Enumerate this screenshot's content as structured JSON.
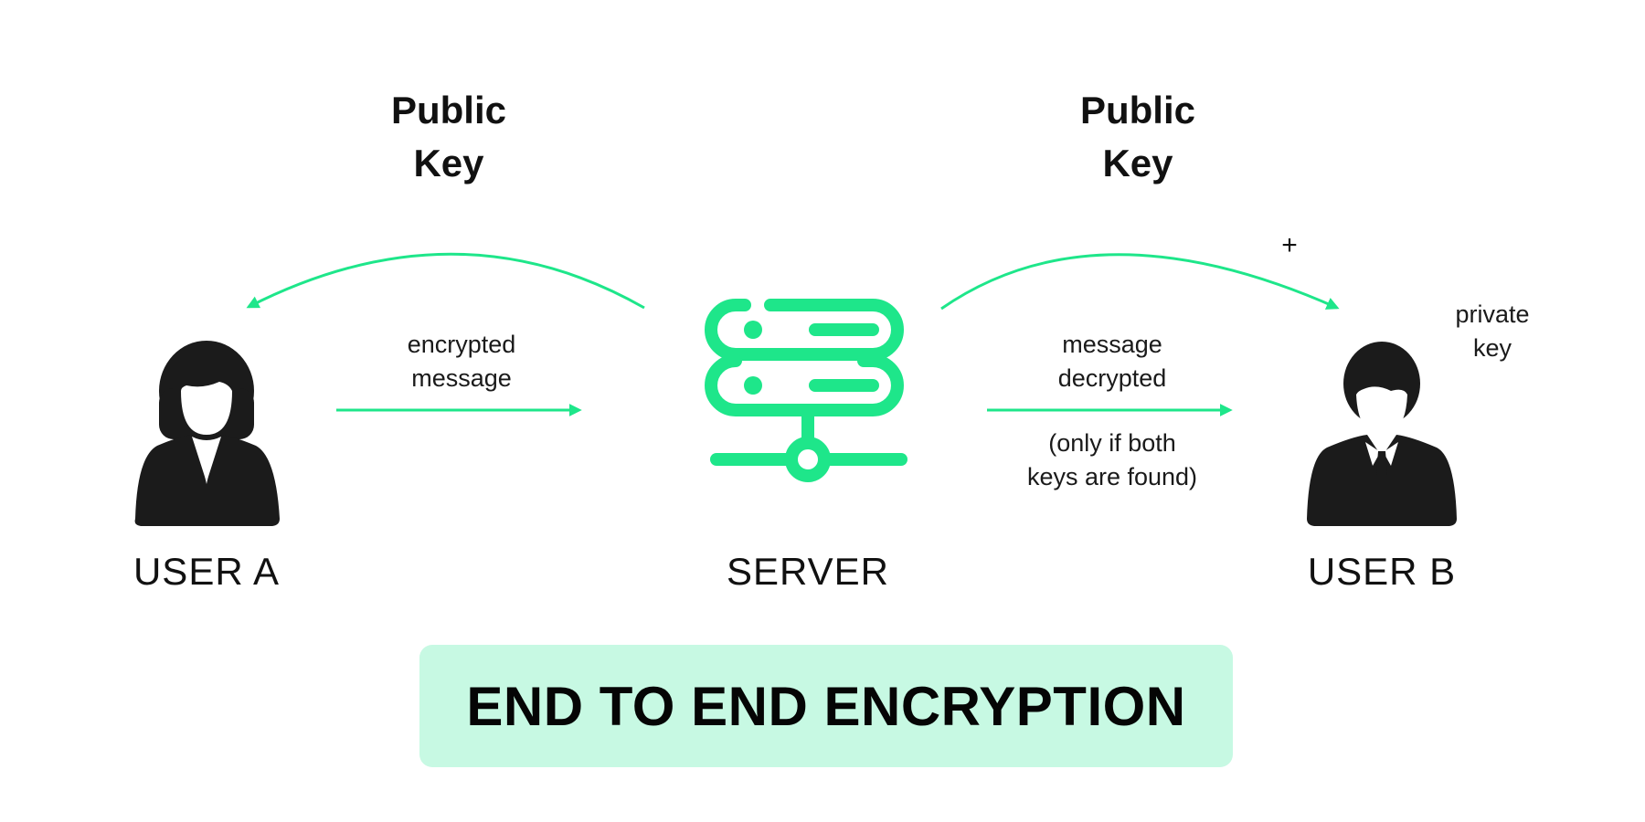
{
  "colors": {
    "accent": "#1ee68a",
    "banner_bg": "#c7f9e3",
    "figure": "#1b1b1b"
  },
  "icons": {
    "user_a": "user-woman-icon",
    "server": "server-icon",
    "user_b": "user-man-icon"
  },
  "keys": {
    "left": [
      "Public",
      "Key"
    ],
    "right": [
      "Public",
      "Key"
    ]
  },
  "messages": {
    "a_to_server": [
      "encrypted",
      "message"
    ],
    "server_to_b": [
      "message",
      "decrypted"
    ],
    "condition": [
      "(only if both",
      "keys are found)"
    ],
    "plus": "+",
    "private_key": [
      "private",
      "key"
    ]
  },
  "nodes": {
    "user_a": "USER A",
    "server": "SERVER",
    "user_b": "USER B"
  },
  "banner": {
    "title": "END TO END ENCRYPTION"
  }
}
